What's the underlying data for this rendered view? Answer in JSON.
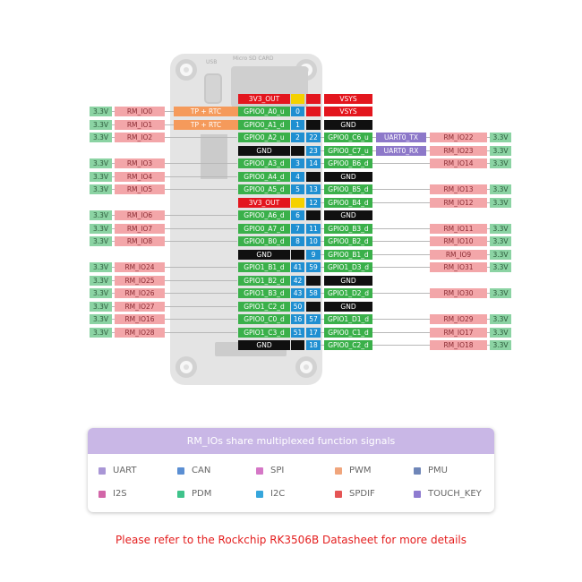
{
  "board": {
    "usb_label": "USB",
    "sd_label": "Micro SD CARD"
  },
  "left_labels": [
    [
      "",
      "",
      "",
      "3V3_OUT"
    ],
    [
      "3.3V",
      "RM_IO0",
      "TP + RTC",
      "GPIO0_A0_u"
    ],
    [
      "3.3V",
      "RM_IO1",
      "TP + RTC",
      "GPIO0_A1_d"
    ],
    [
      "3.3V",
      "RM_IO2",
      "",
      "GPIO0_A2_u"
    ],
    [
      "",
      "",
      "",
      "GND"
    ],
    [
      "3.3V",
      "RM_IO3",
      "",
      "GPIO0_A3_d"
    ],
    [
      "3.3V",
      "RM_IO4",
      "",
      "GPIO0_A4_d"
    ],
    [
      "3.3V",
      "RM_IO5",
      "",
      "GPIO0_A5_d"
    ],
    [
      "",
      "",
      "",
      "3V3_OUT"
    ],
    [
      "3.3V",
      "RM_IO6",
      "",
      "GPIO0_A6_d"
    ],
    [
      "3.3V",
      "RM_IO7",
      "",
      "GPIO0_A7_d"
    ],
    [
      "3.3V",
      "RM_IO8",
      "",
      "GPIO0_B0_d"
    ],
    [
      "",
      "",
      "",
      "GND"
    ],
    [
      "3.3V",
      "RM_IO24",
      "",
      "GPIO1_B1_d"
    ],
    [
      "3.3V",
      "RM_IO25",
      "",
      "GPIO1_B2_d"
    ],
    [
      "3.3V",
      "RM_IO26",
      "",
      "GPIO1_B3_d"
    ],
    [
      "3.3V",
      "RM_IO27",
      "",
      "GPIO1_C2_d"
    ],
    [
      "3.3V",
      "RM_IO16",
      "",
      "GPIO0_C0_d"
    ],
    [
      "3.3V",
      "RM_IO28",
      "",
      "GPIO1_C3_d"
    ],
    [
      "",
      "",
      "",
      "GND"
    ]
  ],
  "pins_left": [
    "",
    "0",
    "1",
    "2",
    "",
    "3",
    "4",
    "5",
    "",
    "6",
    "7",
    "8",
    "",
    "41",
    "42",
    "43",
    "50",
    "16",
    "51",
    ""
  ],
  "pins_right": [
    "",
    "",
    "",
    "22",
    "23",
    "14",
    "",
    "13",
    "12",
    "",
    "11",
    "10",
    "9",
    "59",
    "",
    "58",
    "",
    "57",
    "17",
    "18"
  ],
  "right_labels": [
    [
      "VSYS",
      "",
      "",
      ""
    ],
    [
      "VSYS",
      "",
      "",
      ""
    ],
    [
      "GND",
      "",
      "",
      ""
    ],
    [
      "GPIO0_C6_u",
      "UART0_TX",
      "RM_IO22",
      "3.3V"
    ],
    [
      "GPIO0_C7_u",
      "UART0_RX",
      "RM_IO23",
      "3.3V"
    ],
    [
      "GPIO0_B6_d",
      "",
      "RM_IO14",
      "3.3V"
    ],
    [
      "GND",
      "",
      "",
      ""
    ],
    [
      "GPIO0_B5_d",
      "",
      "RM_IO13",
      "3.3V"
    ],
    [
      "GPIO0_B4_d",
      "",
      "RM_IO12",
      "3.3V"
    ],
    [
      "GND",
      "",
      "",
      ""
    ],
    [
      "GPIO0_B3_d",
      "",
      "RM_IO11",
      "3.3V"
    ],
    [
      "GPIO0_B2_d",
      "",
      "RM_IO10",
      "3.3V"
    ],
    [
      "GPIO0_B1_d",
      "",
      "RM_IO9",
      "3.3V"
    ],
    [
      "GPIO1_D3_d",
      "",
      "RM_IO31",
      "3.3V"
    ],
    [
      "GND",
      "",
      "",
      ""
    ],
    [
      "GPIO1_D2_d",
      "",
      "RM_IO30",
      "3.3V"
    ],
    [
      "GND",
      "",
      "",
      ""
    ],
    [
      "GPIO1_D1_d",
      "",
      "RM_IO29",
      "3.3V"
    ],
    [
      "GPIO0_C1_d",
      "",
      "RM_IO17",
      "3.3V"
    ],
    [
      "GPIO0_C2_d",
      "",
      "RM_IO18",
      "3.3V"
    ]
  ],
  "legend": {
    "title": "RM_IOs share multiplexed function signals",
    "items": [
      {
        "label": "UART",
        "color": "#a996d6"
      },
      {
        "label": "CAN",
        "color": "#5b8fd3"
      },
      {
        "label": "SPI",
        "color": "#d577c6"
      },
      {
        "label": "PWM",
        "color": "#f0a57c"
      },
      {
        "label": "PMU",
        "color": "#6f86b8"
      },
      {
        "label": "I2S",
        "color": "#d266a8"
      },
      {
        "label": "PDM",
        "color": "#3fc38b"
      },
      {
        "label": "I2C",
        "color": "#36a6dc"
      },
      {
        "label": "SPDIF",
        "color": "#e55555"
      },
      {
        "label": "TOUCH_KEY",
        "color": "#8e7bd0"
      }
    ]
  },
  "footer": "Please refer to the Rockchip RK3506B Datasheet for more details"
}
